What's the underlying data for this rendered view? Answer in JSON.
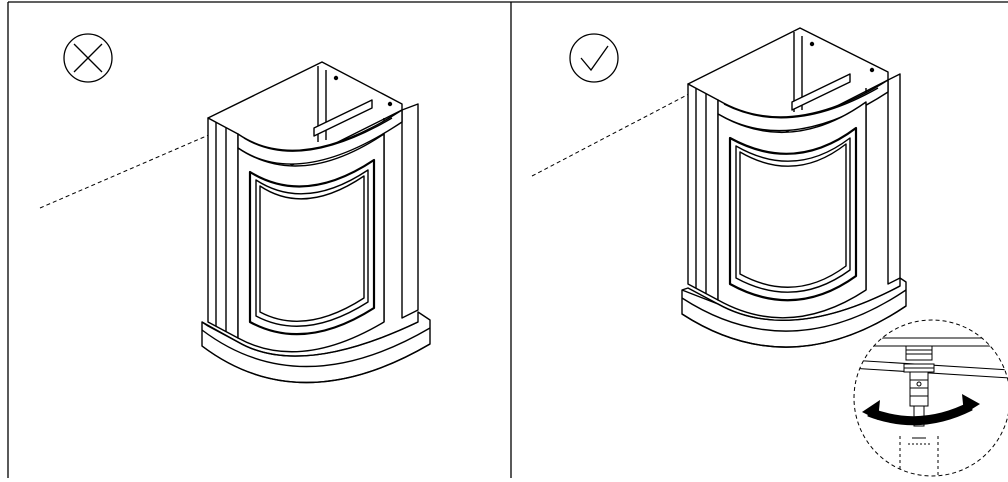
{
  "figure": {
    "panels": [
      {
        "id": "incorrect",
        "status_icon": "cross-in-circle-icon",
        "verdict": "incorrect",
        "cabinet_level": false
      },
      {
        "id": "correct",
        "status_icon": "check-in-circle-icon",
        "verdict": "correct",
        "cabinet_level": true,
        "detail_callout": "adjustable-leg-icon"
      }
    ],
    "colors": {
      "line": "#000000",
      "background": "#ffffff",
      "fill": "#ffffff"
    }
  }
}
